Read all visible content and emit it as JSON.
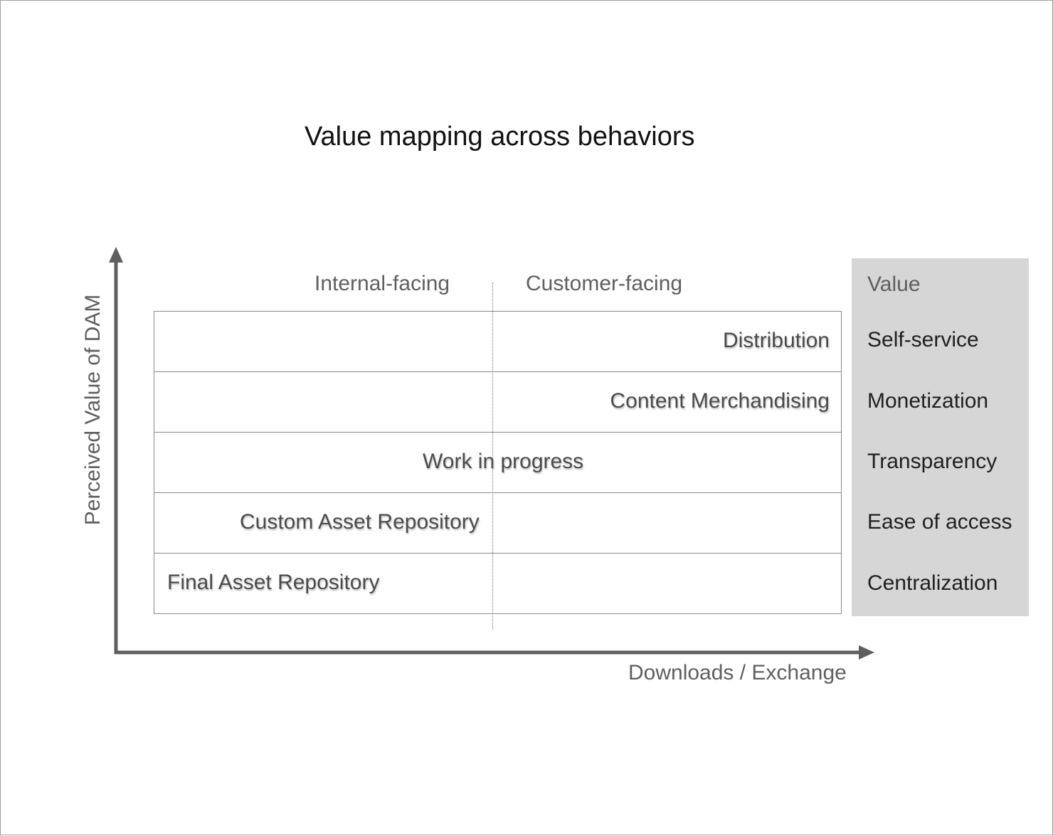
{
  "title": "Value mapping across behaviors",
  "axes": {
    "y_label": "Perceived Value of DAM",
    "x_label": "Downloads / Exchange",
    "color": "#5f5f5f"
  },
  "columns": {
    "internal": "Internal-facing",
    "customer": "Customer-facing"
  },
  "rows": [
    {
      "label": "Distribution",
      "facing": "customer"
    },
    {
      "label": "Content Merchandising",
      "facing": "customer"
    },
    {
      "label": "Work in progress",
      "facing": "both"
    },
    {
      "label": "Custom Asset Repository",
      "facing": "internal"
    },
    {
      "label": "Final Asset Repository",
      "facing": "internal"
    }
  ],
  "value_panel": {
    "heading": "Value",
    "background": "#d6d6d6",
    "items": [
      "Self-service",
      "Monetization",
      "Transparency",
      "Ease of access",
      "Centralization"
    ]
  }
}
